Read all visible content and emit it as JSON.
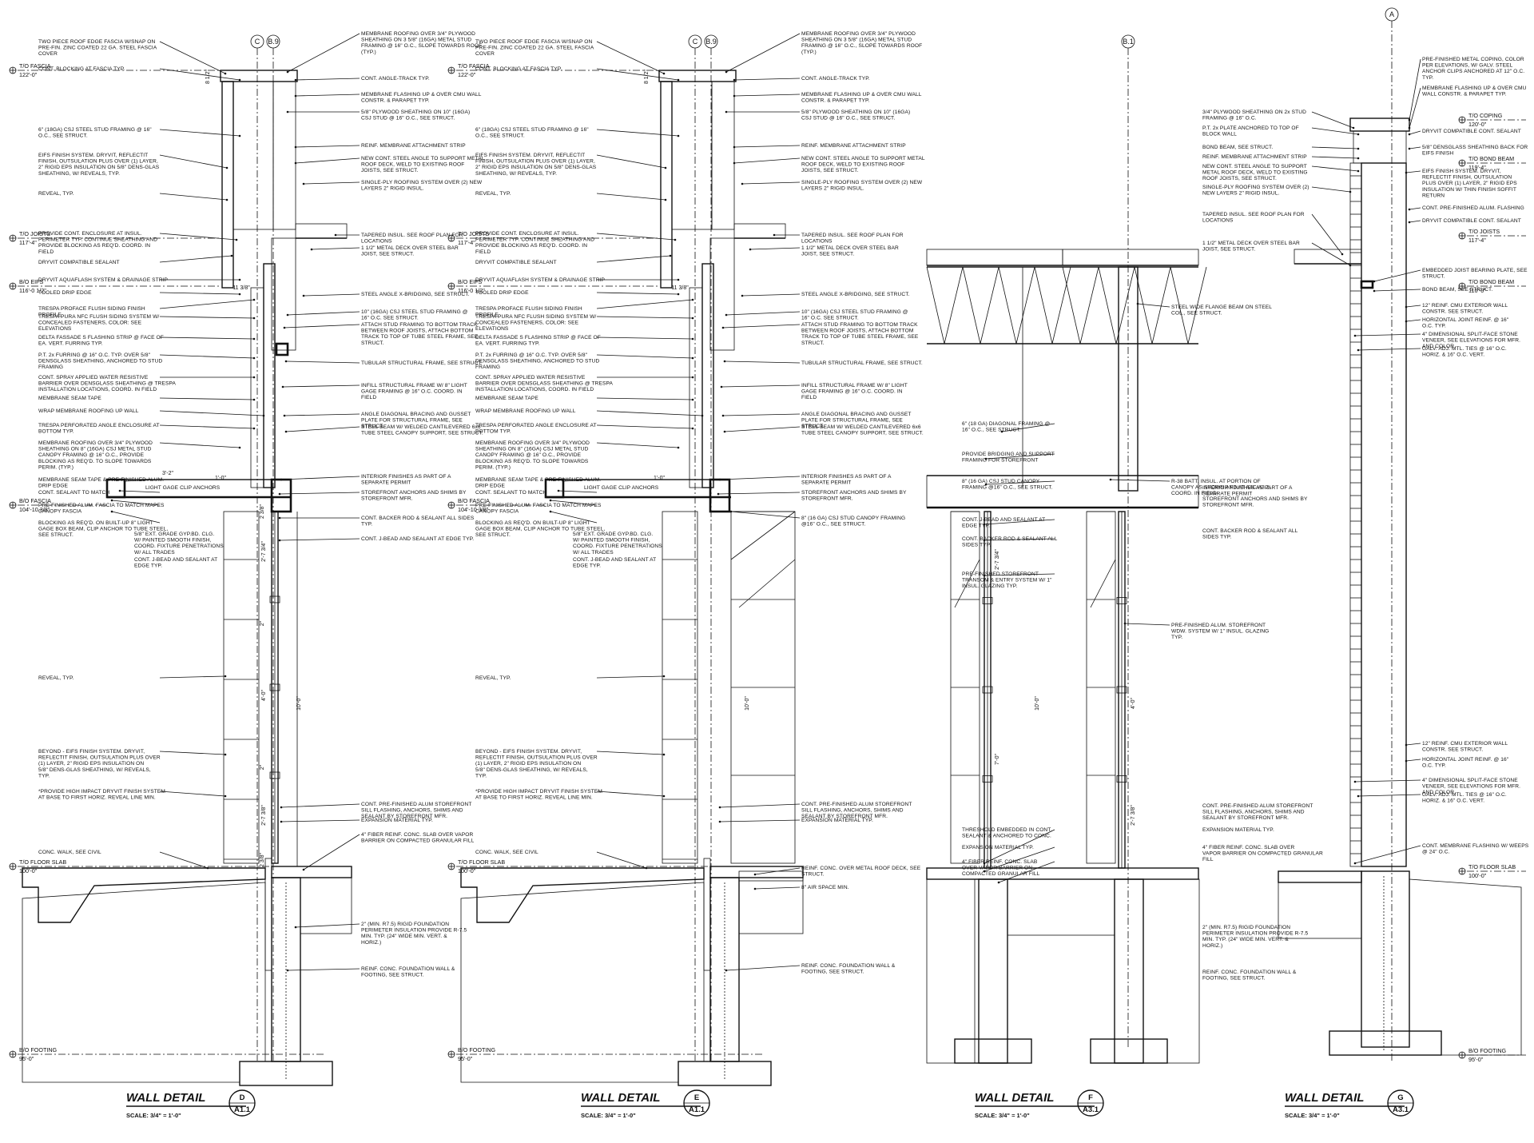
{
  "sheet": {
    "details": [
      {
        "id": "D",
        "title": "WALL DETAIL",
        "scale": "SCALE: 3/4\" = 1'-0\"",
        "bubble_top": "D",
        "bubble_bottom": "A1.1",
        "grid_lines": [
          "C",
          "B.9"
        ],
        "levels": [
          {
            "name": "T/O FASCIA",
            "elev": "122'-0\""
          },
          {
            "name": "T/O JOISTS",
            "elev": "117'-4\""
          },
          {
            "name": "B/O EIFS",
            "elev": "116'-0 1/2\""
          },
          {
            "name": "B/O FASCIA",
            "elev": "104'-10 3/8\""
          },
          {
            "name": "T/O FLOOR SLAB",
            "elev": "100'-0\""
          },
          {
            "name": "B/O FOOTING",
            "elev": "95'-0\""
          }
        ],
        "left_notes": [
          "TWO PIECE ROOF EDGE FASCIA W/SNAP ON PRE-FIN. ZINC COATED 22 GA. STEEL FASCIA COVER",
          "CONT. BLOCKING AT FASCIA TYP.",
          "6\" (18GA) CSJ STEEL STUD FRAMING @ 16\" O.C., SEE STRUCT.",
          "EIFS FINISH SYSTEM. DRYVIT, REFLECTIT FINISH, OUTSULATION PLUS OVER (1) LAYER, 2\" RIGID EPS INSULATION ON 5/8\" DENS-GLAS SHEATHING, W/ REVEALS, TYP.",
          "REVEAL, TYP.",
          "PROVIDE CONT. ENCLOSURE AT INSUL. PERIMETER TYP. CONTINUE SHEATHING AND PROVIDE BLOCKING AS REQ'D. COORD. IN FIELD",
          "DRYVIT COMPATIBLE SEALANT",
          "DRYVIT AQUAFLASH SYSTEM & DRAINAGE STRIP",
          "TOOLED DRIP EDGE",
          "TRESPA PROFACE FLUSH SIDING FINISH PROFILE",
          "TRESPA PURA NFC FLUSH SIDING SYSTEM W/ CONCEALED FASTENERS, COLOR: SEE ELEVATIONS",
          "DELTA FASSADE S FLASHING STRIP @ FACE OF EA. VERT. FURRING TYP.",
          "P.T. 2x FURRING @ 16\" O.C. TYP. OVER 5/8\" DENSGLASS SHEATHING, ANCHORED TO STUD FRAMING",
          "CONT. SPRAY APPLIED WATER RESISTIVE BARRIER OVER DENSGLASS SHEATHING @ TRESPA INSTALLATION LOCATIONS, COORD. IN FIELD",
          "MEMBRANE SEAM TAPE",
          "WRAP MEMBRANE ROOFING UP WALL",
          "TRESPA PERFORATED ANGLE ENCLOSURE AT BOTTOM TYP.",
          "MEMBRANE ROOFING OVER 3/4\" PLYWOOD SHEATHING ON 8\" (16GA) CSJ METAL STUD CANOPY FRAMING @ 16\" O.C., PROVIDE BLOCKING AS REQ'D. TO SLOPE TOWARDS PERIM. (TYP.)",
          "MEMBRANE SEAM TAPE & PRE-FINISHED ALUM. DRIP EDGE",
          "CONT. SEALANT TO MATCH",
          "PRE-FINISHED ALUM. FASCIA TO MATCH MAPES CANOPY FASCIA",
          "BLOCKING AS REQ'D. ON BUILT-UP 8\" LIGHT GAGE BOX BEAM, CLIP ANCHOR TO TUBE STEEL, SEE STRUCT.",
          "REVEAL, TYP.",
          "BEYOND - EIFS FINISH SYSTEM. DRYVIT, REFLECTIT FINISH, OUTSULATION PLUS OVER (1) LAYER, 2\" RIGID EPS INSULATION ON 5/8\" DENS-GLAS SHEATHING, W/ REVEALS, TYP.",
          "*PROVIDE HIGH IMPACT DRYVIT FINISH SYSTEM AT BASE TO FIRST HORIZ. REVEAL LINE MIN.",
          "CONC. WALK, SEE CIVIL"
        ],
        "inner_notes": [
          "LIGHT GAGE CLIP ANCHORS",
          "5/8\" EXT. GRADE GYP.BD. CLG. W/ PAINTED SMOOTH FINISH, COORD. FIXTURE PENETRATIONS W/ ALL TRADES",
          "CONT. J-BEAD AND SEALANT AT EDGE TYP."
        ],
        "right_notes": [
          "MEMBRANE ROOFING OVER 3/4\" PLYWOOD SHEATHING ON 3 5/8\" (16GA) METAL STUD FRAMING @ 16\" O.C., SLOPE TOWARDS ROOF (TYP.)",
          "CONT. ANGLE-TRACK TYP.",
          "MEMBRANE FLASHING UP & OVER CMU WALL CONSTR. & PARAPET TYP.",
          "5/8\" PLYWOOD SHEATHING ON 10\" (16GA) CSJ STUD @ 16\" O.C., SEE STRUCT.",
          "REINF. MEMBRANE ATTACHMENT STRIP",
          "NEW CONT. STEEL ANGLE TO SUPPORT METAL ROOF DECK, WELD TO EXISTING ROOF JOISTS, SEE STRUCT.",
          "SINGLE-PLY ROOFING SYSTEM OVER (2) NEW LAYERS 2\" RIGID INSUL.",
          "TAPERED INSUL. SEE ROOF PLAN FOR LOCATIONS",
          "1 1/2\" METAL DECK OVER STEEL BAR JOIST, SEE STRUCT.",
          "STEEL ANGLE X-BRIDGING, SEE STRUCT.",
          "10\" (16GA) CSJ STEEL STUD FRAMING @ 16\" O.C. SEE STRUCT.",
          "ATTACH STUD FRAMING TO BOTTOM TRACK BETWEEN ROOF JOISTS, ATTACH BOTTOM TRACK TO TOP OF TUBE STEEL FRAME, SEE STRUCT.",
          "TUBULAR STRUCTURAL FRAME, SEE STRUCT.",
          "INFILL STRUCTURAL FRAME W/ 8\" LIGHT GAGE FRAMING @ 16\" O.C. COORD. IN FIELD",
          "ANGLE DIAGONAL BRACING AND GUSSET PLATE FOR STRUCTURAL FRAME, SEE STRUCT.",
          "STEEL BEAM W/ WELDED CANTILEVERED 6x6 TUBE STEEL CANOPY SUPPORT, SEE STRUCT.",
          "INTERIOR FINISHES AS PART OF A SEPARATE PERMIT",
          "STOREFRONT ANCHORS AND SHIMS BY STOREFRONT MFR.",
          "CONT. BACKER ROD & SEALANT ALL SIDES TYP.",
          "CONT. J-BEAD AND SEALANT AT EDGE TYP.",
          "CONT. PRE-FINISHED ALUM STOREFRONT SILL FLASHING, ANCHORS, SHIMS AND SEALANT BY STOREFRONT MFR.",
          "EXPANSION MATERIAL TYP.",
          "4\" FIBER REINF. CONC. SLAB OVER VAPOR BARRIER ON COMPACTED GRANULAR FILL",
          "2\" (MIN. R7.5) RIGID FOUNDATION PERIMETER INSULATION PROVIDE R-7.5 MIN. TYP. (24\" WIDE MIN. VERT. & HORIZ.)",
          "REINF. CONC. FOUNDATION WALL & FOOTING, SEE STRUCT."
        ],
        "dims": [
          "8 1/2\"",
          "11 3/8\"",
          "3'-2\"",
          "1'-0\"",
          "2 3/8\"",
          "2'-7 3/4\"",
          "2\"",
          "4'-0\"",
          "2\"",
          "2'-7 3/8\"",
          "2 3/8\"",
          "10'-0\""
        ]
      },
      {
        "id": "E",
        "title": "WALL DETAIL",
        "scale": "SCALE: 3/4\" = 1'-0\"",
        "bubble_top": "E",
        "bubble_bottom": "A1.1",
        "grid_lines": [
          "C",
          "B.9"
        ],
        "levels": [
          {
            "name": "T/O FASCIA",
            "elev": "122'-0\""
          },
          {
            "name": "T/O JOISTS",
            "elev": "117'-4\""
          },
          {
            "name": "B/O EIFS",
            "elev": "116'-0 1/2\""
          },
          {
            "name": "B/O FASCIA",
            "elev": "104'-10 3/8\""
          },
          {
            "name": "T/O FLOOR SLAB",
            "elev": "100'-0\""
          },
          {
            "name": "B/O FOOTING",
            "elev": "95'-0\""
          }
        ],
        "left_notes": [
          "TWO PIECE ROOF EDGE FASCIA W/SNAP ON PRE-FIN. ZINC COATED 22 GA. STEEL FASCIA COVER",
          "CONT. BLOCKING AT FASCIA TYP.",
          "6\" (18GA) CSJ STEEL STUD FRAMING @ 16\" O.C., SEE STRUCT.",
          "EIFS FINISH SYSTEM. DRYVIT, REFLECTIT FINISH, OUTSULATION PLUS OVER (1) LAYER, 2\" RIGID EPS INSULATION ON 5/8\" DENS-GLAS SHEATHING, W/ REVEALS, TYP.",
          "REVEAL, TYP.",
          "PROVIDE CONT. ENCLOSURE AT INSUL. PERIMETER TYP. CONTINUE SHEATHING AND PROVIDE BLOCKING AS REQ'D. COORD. IN FIELD",
          "DRYVIT COMPATIBLE SEALANT",
          "DRYVIT AQUAFLASH SYSTEM & DRAINAGE STRIP",
          "TOOLED DRIP EDGE",
          "TRESPA PROFACE FLUSH SIDING FINISH PROFILE",
          "TRESPA PURA NFC FLUSH SIDING SYSTEM W/ CONCEALED FASTENERS, COLOR: SEE ELEVATIONS",
          "DELTA FASSADE S FLASHING STRIP @ FACE OF EA. VERT. FURRING TYP.",
          "P.T. 2x FURRING @ 16\" O.C. TYP. OVER 5/8\" DENSGLASS SHEATHING, ANCHORED TO STUD FRAMING",
          "CONT. SPRAY APPLIED WATER RESISTIVE BARRIER OVER DENSGLASS SHEATHING @ TRESPA INSTALLATION LOCATIONS, COORD. IN FIELD",
          "MEMBRANE SEAM TAPE",
          "WRAP MEMBRANE ROOFING UP WALL",
          "TRESPA PERFORATED ANGLE ENCLOSURE AT BOTTOM TYP.",
          "MEMBRANE ROOFING OVER 3/4\" PLYWOOD SHEATHING ON 8\" (16GA) CSJ METAL STUD CANOPY FRAMING @ 16\" O.C., PROVIDE BLOCKING AS REQ'D. TO SLOPE TOWARDS PERIM. (TYP.)",
          "MEMBRANE SEAM TAPE & PRE-FINISHED ALUM. DRIP EDGE",
          "CONT. SEALANT TO MATCH",
          "PRE-FINISHED ALUM. FASCIA TO MATCH MAPES CANOPY FASCIA",
          "BLOCKING AS REQ'D. ON BUILT-UP 8\" LIGHT GAGE BOX BEAM, CLIP ANCHOR TO TUBE STEEL, SEE STRUCT.",
          "REVEAL, TYP.",
          "BEYOND - EIFS FINISH SYSTEM. DRYVIT, REFLECTIT FINISH, OUTSULATION PLUS OVER (1) LAYER, 2\" RIGID EPS INSULATION ON 5/8\" DENS-GLAS SHEATHING, W/ REVEALS, TYP.",
          "*PROVIDE HIGH IMPACT DRYVIT FINISH SYSTEM AT BASE TO FIRST HORIZ. REVEAL LINE MIN.",
          "CONC. WALK, SEE CIVIL"
        ],
        "inner_notes": [
          "LIGHT GAGE CLIP ANCHORS",
          "5/8\" EXT. GRADE GYP.BD. CLG. W/ PAINTED SMOOTH FINISH, COORD. FIXTURE PENETRATIONS W/ ALL TRADES",
          "CONT. J-BEAD AND SEALANT AT EDGE TYP."
        ],
        "right_notes": [
          "MEMBRANE ROOFING OVER 3/4\" PLYWOOD SHEATHING ON 3 5/8\" (16GA) METAL STUD FRAMING @ 16\" O.C., SLOPE TOWARDS ROOF (TYP.)",
          "CONT. ANGLE-TRACK TYP.",
          "MEMBRANE FLASHING UP & OVER CMU WALL CONSTR. & PARAPET TYP.",
          "5/8\" PLYWOOD SHEATHING ON 10\" (16GA) CSJ STUD @ 16\" O.C., SEE STRUCT.",
          "REINF. MEMBRANE ATTACHMENT STRIP",
          "NEW CONT. STEEL ANGLE TO SUPPORT METAL ROOF DECK, WELD TO EXISTING ROOF JOISTS, SEE STRUCT.",
          "SINGLE-PLY ROOFING SYSTEM OVER (2) NEW LAYERS 2\" RIGID INSUL.",
          "TAPERED INSUL. SEE ROOF PLAN FOR LOCATIONS",
          "1 1/2\" METAL DECK OVER STEEL BAR JOIST, SEE STRUCT.",
          "STEEL ANGLE X-BRIDGING, SEE STRUCT.",
          "10\" (16GA) CSJ STEEL STUD FRAMING @ 16\" O.C. SEE STRUCT.",
          "ATTACH STUD FRAMING TO BOTTOM TRACK BETWEEN ROOF JOISTS, ATTACH BOTTOM TRACK TO TOP OF TUBE STEEL FRAME, SEE STRUCT.",
          "TUBULAR STRUCTURAL FRAME, SEE STRUCT.",
          "INFILL STRUCTURAL FRAME W/ 8\" LIGHT GAGE FRAMING @ 16\" O.C. COORD. IN FIELD",
          "ANGLE DIAGONAL BRACING AND GUSSET PLATE FOR STRUCTURAL FRAME, SEE STRUCT.",
          "STEEL BEAM W/ WELDED CANTILEVERED 6x6 TUBE STEEL CANOPY SUPPORT, SEE STRUCT.",
          "INTERIOR FINISHES AS PART OF A SEPARATE PERMIT",
          "STOREFRONT ANCHORS AND SHIMS BY STOREFRONT MFR.",
          "8\" (16 GA) CSJ STUD CANOPY FRAMING @16\" O.C., SEE STRUCT.",
          "CONT. PRE-FINISHED ALUM STOREFRONT SILL FLASHING, ANCHORS, SHIMS AND SEALANT BY STOREFRONT MFR.",
          "EXPANSION MATERIAL TYP.",
          "REINF. CONC. OVER METAL ROOF DECK, SEE STRUCT.",
          "8\" AIR SPACE MIN.",
          "REINF. CONC. FOUNDATION WALL & FOOTING, SEE STRUCT."
        ],
        "dims": [
          "8 1/2\"",
          "11 3/8\"",
          "1'-0\"",
          "10'-0\""
        ]
      },
      {
        "id": "F",
        "title": "WALL DETAIL",
        "scale": "SCALE: 3/4\" = 1'-0\"",
        "bubble_top": "F",
        "bubble_bottom": "A3.1",
        "grid_lines": [
          "B.1"
        ],
        "levels": [],
        "left_notes": [
          "6\" (18 GA) DIAGONAL FRAMING @ 16\" O.C., SEE STRUCT.",
          "PROVIDE BRIDGING AND SUPPORT FRAMING FOR STOREFRONT",
          "8\" (16 GA) CSJ STUD CANOPY FRAMING @16\" O.C., SEE STRUCT.",
          "CONT. J-BEAD AND SEALANT AT EDGE TYP.",
          "CONT. BACKER ROD & SEALANT ALL SIDES TYP.",
          "PRE-FINISHED STOREFRONT TRANSOM & ENTRY SYSTEM W/ 1\" INSUL. GLAZING TYP.",
          "THRESHOLD EMBEDDED IN CONT. SEALANT & ANCHORED TO CONC.",
          "EXPANSION MATERIAL TYP.",
          "4\" FIBER REINF. CONC. SLAB OVER VAPOR BARRIER ON COMPACTED GRANULAR FILL"
        ],
        "right_notes": [
          "STEEL WIDE FLANGE BEAM ON STEEL COL., SEE STRUCT.",
          "R-38 BATT. INSUL. AT PORTION OF CANOPY AS SHOWN AND AT A4C/A3.2, COORD. IN FIELD",
          "PRE-FINISHED ALUM. STOREFRONT WDW. SYSTEM W/ 1\" INSUL. GLAZING TYP."
        ],
        "dims": [
          "2'-7 3/4\"",
          "7'-0\"",
          "10'-0\"",
          "4'-0\"",
          "2'-7 3/8\""
        ]
      },
      {
        "id": "G",
        "title": "WALL DETAIL",
        "scale": "SCALE: 3/4\" = 1'-0\"",
        "bubble_top": "G",
        "bubble_bottom": "A3.1",
        "grid_lines": [
          "A"
        ],
        "levels": [
          {
            "name": "T/O COPING",
            "elev": "120'-0\""
          },
          {
            "name": "T/O BOND BEAM",
            "elev": "119'-4\""
          },
          {
            "name": "T/O JOISTS",
            "elev": "117'-4\""
          },
          {
            "name": "T/O BOND BEAM",
            "elev": "116'-0\""
          },
          {
            "name": "T/O FLOOR SLAB",
            "elev": "100'-0\""
          },
          {
            "name": "B/O FOOTING",
            "elev": "95'-0\""
          }
        ],
        "left_notes": [
          "3/4\" PLYWOOD SHEATHING ON 2x STUD FRAMING @ 16\" O.C.",
          "P.T. 2x PLATE ANCHORED TO TOP OF BLOCK WALL",
          "BOND BEAM, SEE STRUCT.",
          "REINF. MEMBRANE ATTACHMENT STRIP",
          "NEW CONT. STEEL ANGLE TO SUPPORT METAL ROOF DECK, WELD TO EXISTING ROOF JOISTS, SEE STRUCT.",
          "SINGLE-PLY ROOFING SYSTEM OVER (2) NEW LAYERS 2\" RIGID INSUL.",
          "TAPERED INSUL. SEE ROOF PLAN FOR LOCATIONS",
          "1 1/2\" METAL DECK OVER STEEL BAR JOIST, SEE STRUCT.",
          "INTERIOR FINISHES AS PART OF A SEPARATE PERMIT",
          "STOREFRONT ANCHORS AND SHIMS BY STOREFRONT MFR.",
          "CONT. BACKER ROD & SEALANT ALL SIDES TYP.",
          "CONT. PRE-FINISHED ALUM STOREFRONT SILL FLASHING, ANCHORS, SHIMS AND SEALANT BY STOREFRONT MFR.",
          "EXPANSION MATERIAL TYP.",
          "4\" FIBER REINF. CONC. SLAB OVER VAPOR BARRIER ON COMPACTED GRANULAR FILL",
          "2\" (MIN. R7.5) RIGID FOUNDATION PERIMETER INSULATION PROVIDE R-7.5 MIN. TYP. (24\" WIDE MIN. VERT. & HORIZ.)",
          "REINF. CONC. FOUNDATION WALL & FOOTING, SEE STRUCT."
        ],
        "right_notes": [
          "PRE-FINISHED METAL COPING, COLOR PER ELEVATIONS, W/ GALV. STEEL ANCHOR CLIPS ANCHORED AT 12\" O.C. TYP.",
          "MEMBRANE FLASHING UP & OVER CMU WALL CONSTR. & PARAPET TYP.",
          "DRYVIT COMPATIBLE CONT. SEALANT",
          "5/8\" DENSGLASS SHEATHING BACK FOR EIFS FINISH",
          "EIFS FINISH SYSTEM. DRYVIT, REFLECTIT FINISH, OUTSULATION PLUS OVER (1) LAYER, 2\" RIGID EPS INSULATION W/ THIN FINISH SOFFIT RETURN",
          "CONT. PRE-FINISHED ALUM. FLASHING",
          "DRYVIT COMPATIBLE CONT. SEALANT",
          "EMBEDDED JOIST BEARING PLATE, SEE STRUCT.",
          "BOND BEAM, SEE STRUCT.",
          "12\" REINF. CMU EXTERIOR WALL CONSTR. SEE STRUCT.",
          "HORIZONTAL JOINT REINF. @ 16\" O.C. TYP.",
          "4\" DIMENSIONAL SPLIT-FACE STONE VENEER, SEE ELEVATIONS FOR MFR. AND COLOR",
          "GALV. ADJ. MTL. TIES @ 16\" O.C. HORIZ. & 16\" O.C. VERT.",
          "12\" REINF. CMU EXTERIOR WALL CONSTR. SEE STRUCT.",
          "HORIZONTAL JOINT REINF. @ 16\" O.C. TYP.",
          "4\" DIMENSIONAL SPLIT-FACE STONE VENEER, SEE ELEVATIONS FOR MFR. AND COLOR",
          "GALV. ADJ. MTL. TIES @ 16\" O.C. HORIZ. & 16\" O.C. VERT.",
          "CONT. MEMBRANE FLASHING W/ WEEPS @ 24\" O.C."
        ],
        "dims": []
      }
    ]
  }
}
